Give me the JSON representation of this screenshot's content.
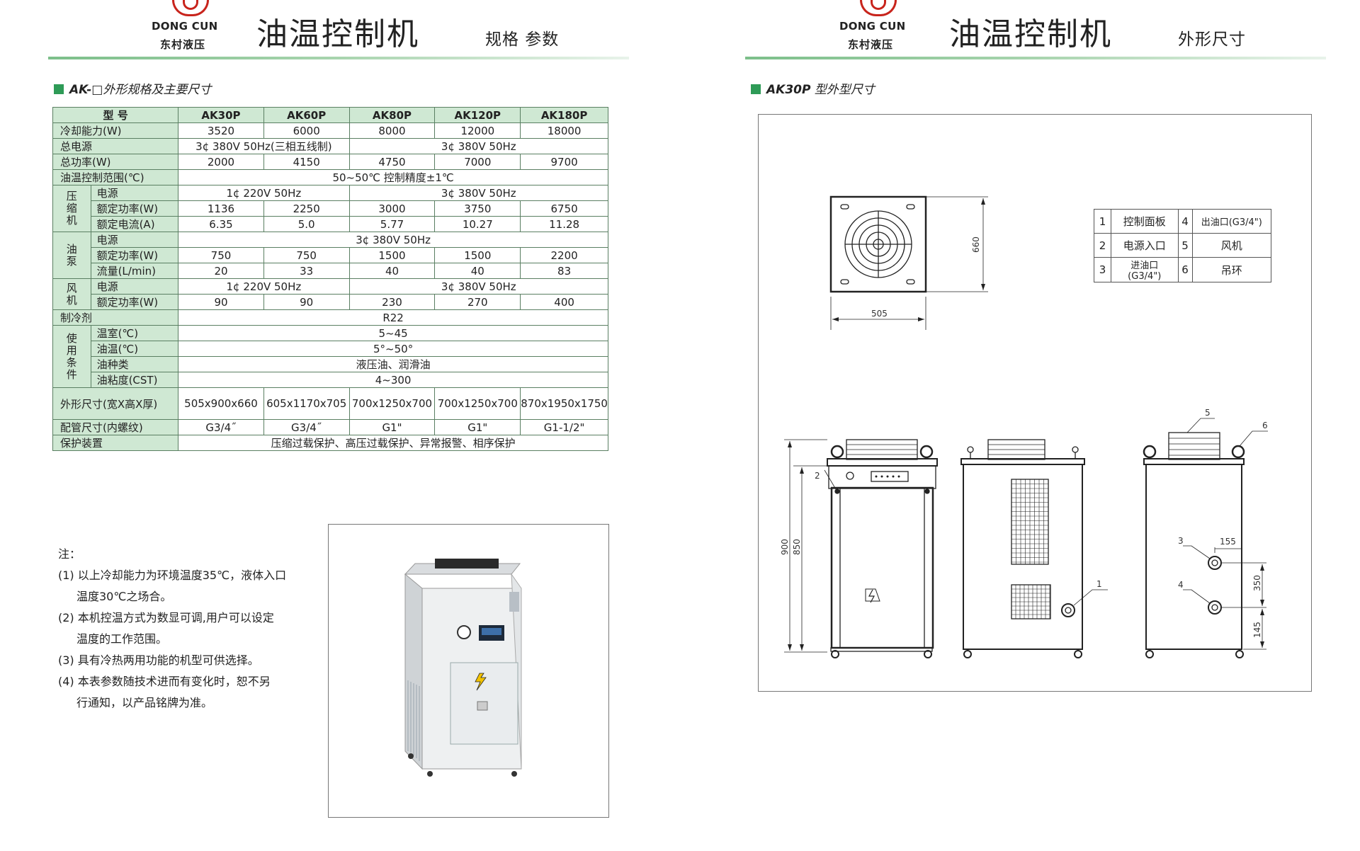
{
  "left_page": {
    "logo": {
      "en": "DONG CUN",
      "cn": "东村液压"
    },
    "title": "油温控制机",
    "subtitle": "规格  参数",
    "section_title_prefix": "AK-",
    "section_title_rest": "□外形规格及主要尺寸",
    "table": {
      "header_label": "型    号",
      "models": [
        "AK30P",
        "AK60P",
        "AK80P",
        "AK120P",
        "AK180P"
      ],
      "rows": {
        "cooling": {
          "label": "冷却能力(W)",
          "values": [
            "3520",
            "6000",
            "8000",
            "12000",
            "18000"
          ]
        },
        "power_supply": {
          "label": "总电源",
          "a": "3¢ 380V 50Hz(三相五线制)",
          "b": "3¢ 380V 50Hz"
        },
        "total_power": {
          "label": "总功率(W)",
          "values": [
            "2000",
            "4150",
            "4750",
            "7000",
            "9700"
          ]
        },
        "oil_range": {
          "label": "油温控制范围(℃)",
          "value": "50~50℃ 控制精度±1℃"
        },
        "compressor": {
          "group": "压缩机",
          "power_label": "电源",
          "power_a": "1¢ 220V 50Hz",
          "power_b": "3¢ 380V 50Hz",
          "rated_power_label": "额定功率(W)",
          "rated_power": [
            "1136",
            "2250",
            "3000",
            "3750",
            "6750"
          ],
          "rated_current_label": "额定电流(A)",
          "rated_current": [
            "6.35",
            "5.0",
            "5.77",
            "10.27",
            "11.28"
          ]
        },
        "pump": {
          "group": "油泵",
          "power_label": "电源",
          "power": "3¢ 380V 50Hz",
          "rated_power_label": "额定功率(W)",
          "rated_power": [
            "750",
            "750",
            "1500",
            "1500",
            "2200"
          ],
          "flow_label": "流量(L/min)",
          "flow": [
            "20",
            "33",
            "40",
            "40",
            "83"
          ]
        },
        "fan": {
          "group": "风机",
          "power_label": "电源",
          "power_a": "1¢ 220V 50Hz",
          "power_b": "3¢ 380V 50Hz",
          "rated_power_label": "额定功率(W)",
          "rated_power": [
            "90",
            "90",
            "230",
            "270",
            "400"
          ]
        },
        "refrigerant": {
          "label": "制冷剂",
          "value": "R22"
        },
        "usage": {
          "group": "使用条件",
          "room_label": "温室(℃)",
          "room": "5~45",
          "oil_temp_label": "油温(℃)",
          "oil_temp": "5°~50°",
          "oil_type_label": "油种类",
          "oil_type": "液压油、润滑油",
          "viscosity_label": "油粘度(CST)",
          "viscosity": "4~300"
        },
        "dimensions": {
          "label": "外形尺寸(宽X高X厚)",
          "values": [
            "505x900x660",
            "605x1170x705",
            "700x1250x700",
            "700x1250x700",
            "870x1950x1750"
          ]
        },
        "piping": {
          "label": "配管尺寸(内螺纹)",
          "values": [
            "G3/4˝",
            "G3/4˝",
            "G1\"",
            "G1\"",
            "G1-1/2\""
          ]
        },
        "protection": {
          "label": "保护装置",
          "value": "压缩过载保护、高压过载保护、异常报警、相序保护"
        }
      }
    },
    "notes": {
      "heading": "注：",
      "n1a": "(1) 以上冷却能力为环境温度35℃，液体入口",
      "n1b": "温度30℃之场合。",
      "n2a": "(2) 本机控温方式为数显可调,用户可以设定",
      "n2b": "温度的工作范围。",
      "n3": "(3) 具有冷热两用功能的机型可供选择。",
      "n4a": "(4) 本表参数随技术进而有变化时，恕不另",
      "n4b": "行通知，以产品铭牌为准。"
    }
  },
  "right_page": {
    "logo": {
      "en": "DONG CUN",
      "cn": "东村液压"
    },
    "title": "油温控制机",
    "subtitle": "外形尺寸",
    "section_title_bold": "AK30P",
    "section_title_rest": " 型外型尺寸",
    "legend": [
      {
        "n1": "1",
        "l1": "控制面板",
        "n2": "4",
        "l2": "出油口(G3/4\")"
      },
      {
        "n1": "2",
        "l1": "电源入口",
        "n2": "5",
        "l2": "风机"
      },
      {
        "n1": "3",
        "l1": "进油口(G3/4\")",
        "n2": "6",
        "l2": "吊环"
      }
    ],
    "dims": {
      "depth": "660",
      "width": "505",
      "height_total": "900",
      "height_body": "850",
      "pipe_offset": "155",
      "pipe_spacing": "350",
      "pipe_bottom": "145"
    },
    "callouts": {
      "c1": "1",
      "c2": "2",
      "c3": "3",
      "c4": "4",
      "c5": "5",
      "c6": "6"
    }
  },
  "colors": {
    "table_green": "#cfe8d3",
    "accent_green": "#2e9b57",
    "brand_red": "#c8241c"
  }
}
